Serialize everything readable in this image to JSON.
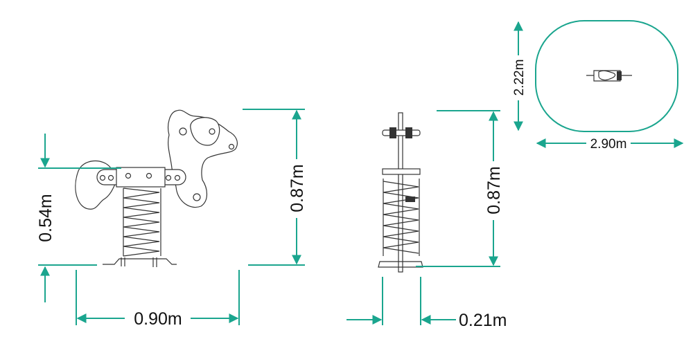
{
  "colors": {
    "dimension": "#1aa58e",
    "drawing": "#333333"
  },
  "front_view": {
    "height_seat_label": "0.54m",
    "height_total_label": "0.87m",
    "width_label": "0.90m"
  },
  "side_view": {
    "height_total_label": "0.87m",
    "width_label": "0.21m"
  },
  "top_view": {
    "area_depth_label": "2.22m",
    "area_width_label": "2.90m"
  }
}
